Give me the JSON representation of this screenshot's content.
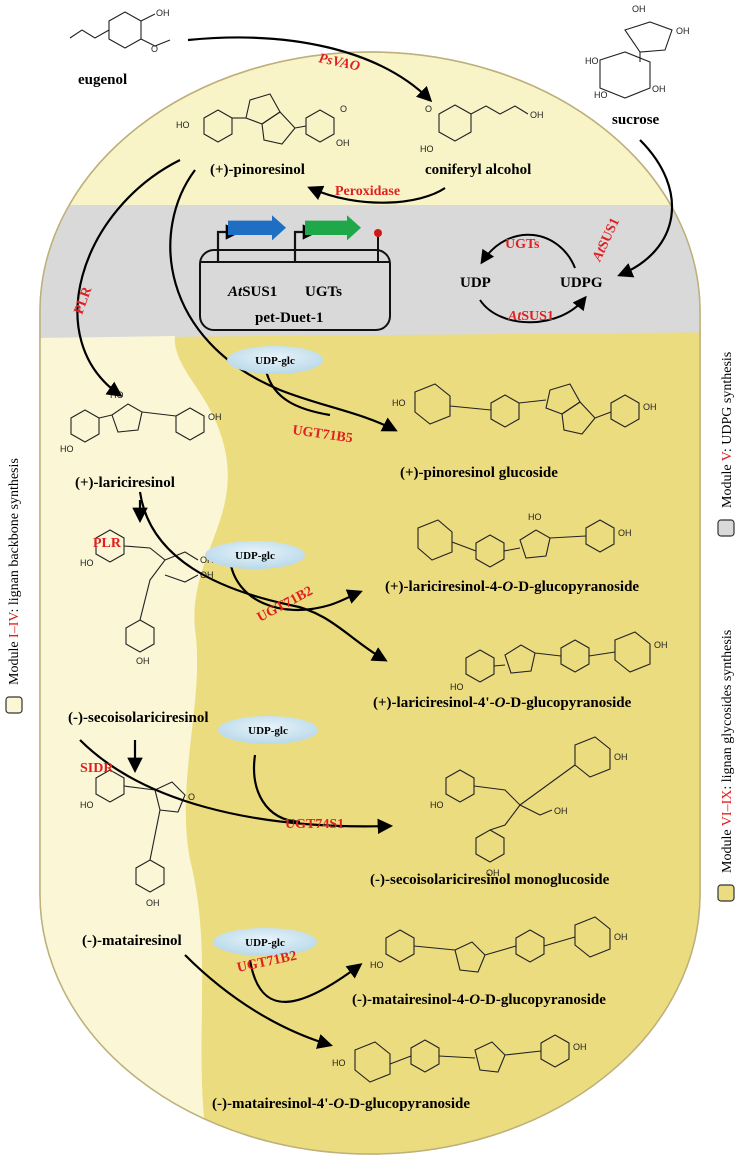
{
  "compounds": {
    "eugenol": "eugenol",
    "sucrose": "sucrose",
    "pinoresinol": "(+)-pinoresinol",
    "coniferyl": "coniferyl alcohol",
    "lariciresinol": "(+)-lariciresinol",
    "secoiso": "(-)-secoisolariciresinol",
    "matairesinol": "(-)-matairesinol",
    "pino_glc": "(+)-pinoresinol glucoside",
    "lari_4": [
      "(+)-lariciresinol-4-",
      "O",
      "-D-glucopyranoside"
    ],
    "lari_4p": [
      "(+)-lariciresinol-4'-",
      "O",
      "-D-glucopyranoside"
    ],
    "seco_glc": "(-)-secoisolariciresinol monoglucoside",
    "mata_4": [
      "(-)-matairesinol-4-",
      "O",
      "-D-glucopyranoside"
    ],
    "mata_4p": [
      "(-)-matairesinol-4'-",
      "O",
      "-D-glucopyranoside"
    ]
  },
  "enzymes": {
    "psvao": "PsVAO",
    "peroxidase": "Peroxidase",
    "plr1": "PLR",
    "plr2": "PLR",
    "sidr": "SIDR",
    "ugt71b5": "UGT71B5",
    "ugt71b2a": "UGT71B2",
    "ugt74s1": "UGT74S1",
    "ugt71b2b": "UGT71B2"
  },
  "udp_glc": "UDP-glc",
  "plasmid": {
    "gene1_prefix": "At",
    "gene1": "SUS1",
    "gene2": "UGTs",
    "name": "pet-Duet-1"
  },
  "udpg_cycle": {
    "udp": "UDP",
    "udpg": "UDPG",
    "ugts": "UGTs",
    "sus_prefix": "At",
    "sus": "SUS1"
  },
  "side_legend": {
    "m1_prefix": "Module ",
    "m1_range": "I–IV",
    "m1_suffix": ": lignan backbone synthesis",
    "m5_prefix": "Module ",
    "m5_range": "V",
    "m5_suffix": ": UDPG synthesis",
    "m6_prefix": "Module ",
    "m6_range": "VI–IX",
    "m6_suffix": ": lignan glycosides synthesis"
  },
  "colors": {
    "cell_light": "#f8f4c8",
    "cell_mid": "#f3eaa8",
    "cell_dark": "#ead97a",
    "band_gray": "#d9d9d9",
    "enzyme_red": "#e02020",
    "gene_blue": "#1e6fc4",
    "gene_green": "#1fa84a",
    "udp_oval": "#cfe6f2"
  }
}
